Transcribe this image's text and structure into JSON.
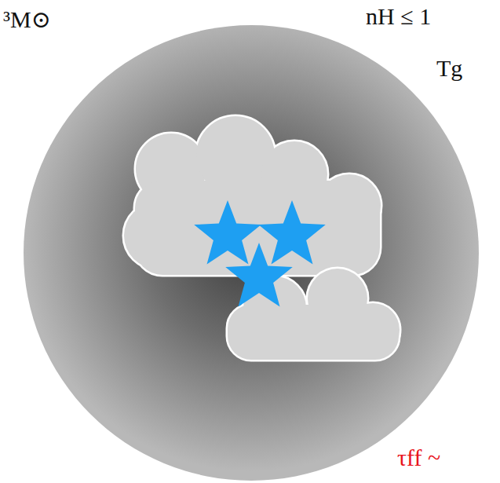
{
  "diagram": {
    "labels": [
      "³M⊙",
      "nH ≤ 1",
      "Tg",
      "τff ~"
    ]
  }
}
